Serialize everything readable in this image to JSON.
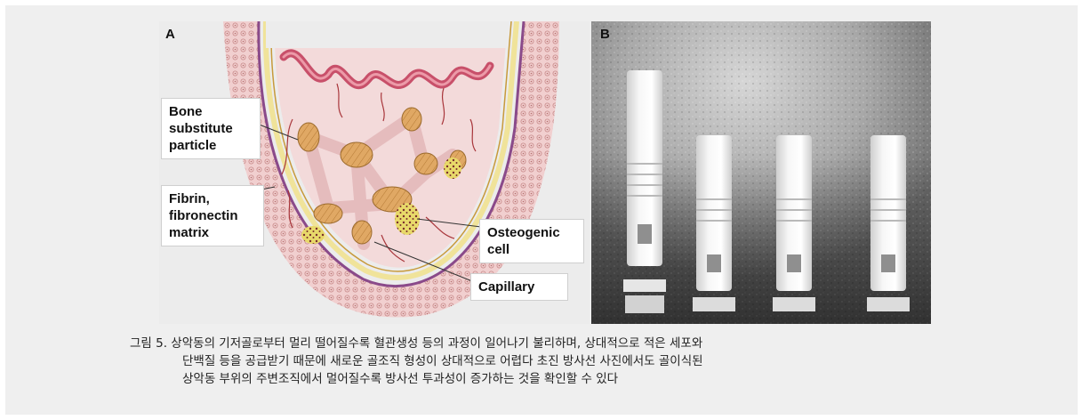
{
  "figure": {
    "panel_a": {
      "letter": "A",
      "labels": {
        "bone_substitute": "Bone\nsubstitute\nparticle",
        "fibrin_matrix": "Fibrin,\nfibronectin\nmatrix",
        "osteogenic_cell": "Osteogenic\ncell",
        "capillary": "Capillary"
      }
    },
    "panel_b": {
      "letter": "B"
    }
  },
  "caption": {
    "line1": "그림 5. 상악동의 기저골로부터 멀리 떨어질수록 혈관생성 등의 과정이 일어나기 불리하며, 상대적으로 적은 세포와",
    "line2": "단백질 등을 공급받기 때문에 새로운 골조직 형성이 상대적으로 어렵다 초진 방사선 사진에서도 골이식된",
    "line3": "상악동 부위의 주변조직에서 멀어질수록 방사선 투과성이 증가하는 것을 확인할 수 있다"
  }
}
